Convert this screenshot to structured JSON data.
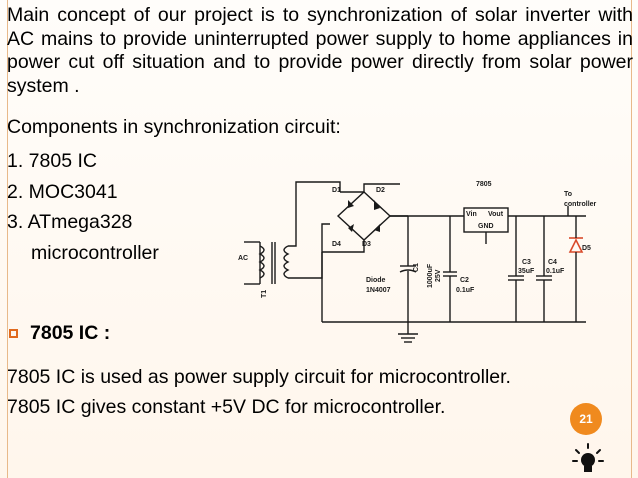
{
  "intro": "Main concept of our project is to synchronization of solar inverter with AC mains to provide uninterrupted power supply to home appliances in power cut off situation and to provide power directly from solar power system .",
  "components_heading": "Components in synchronization circuit:",
  "components": [
    "1. 7805 IC",
    "2. MOC3041",
    "3. ATmega328",
    "microcontroller"
  ],
  "bullet_title": "7805 IC :",
  "description": [
    "7805 IC is used as power supply circuit for microcontroller.",
    "7805 IC gives constant +5V DC for microcontroller."
  ],
  "page_number": "21",
  "circuit": {
    "ac_label": "AC",
    "transformer_label": "T1",
    "d1": "D1",
    "d2": "D2",
    "d3": "D3",
    "d4": "D4",
    "diode_label": "Diode",
    "diode_part": "1N4007",
    "c1_name": "C1",
    "c1_value": "1000uF",
    "c1_voltage": "25V",
    "c2_name": "C2",
    "c2_value": "0.1uF",
    "c3_name": "C3",
    "c3_value": "35uF",
    "c4_name": "C4",
    "c4_value": "0.1uF",
    "reg_name": "7805",
    "reg_vin": "Vin",
    "reg_vout": "Vout",
    "reg_gnd": "GND",
    "d5": "D5",
    "to_label": "To",
    "controller_label": "controller"
  },
  "colors": {
    "accent": "#f08a1e",
    "rule": "#e8b98a",
    "wire": "#1a1a1a",
    "diode": "#d94a2a"
  }
}
